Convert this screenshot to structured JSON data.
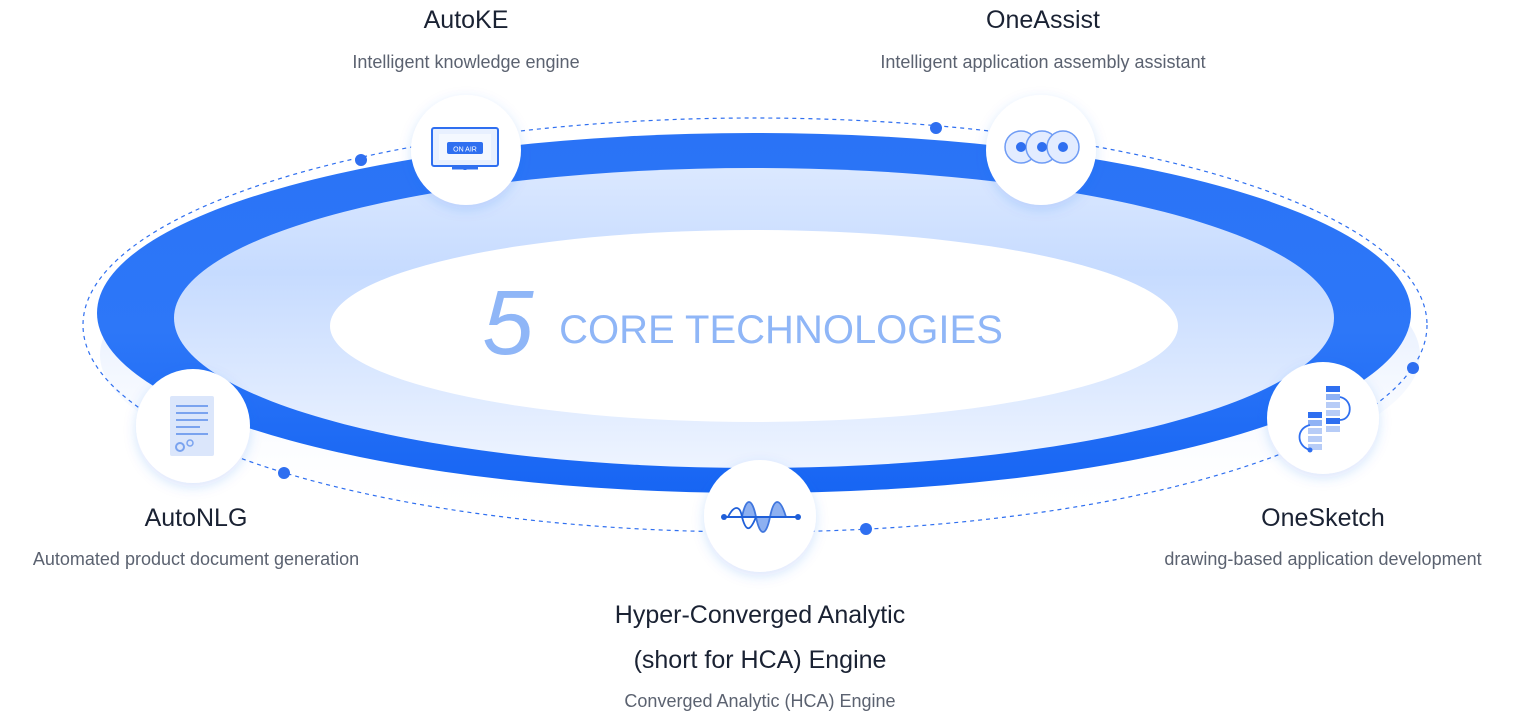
{
  "center": {
    "number": "5",
    "text": "CORE TECHNOLOGIES"
  },
  "nodes": [
    {
      "id": "autoke",
      "title": "AutoKE",
      "subtitle": "Intelligent knowledge engine",
      "icon": "monitor-icon",
      "badge": "ON AIR"
    },
    {
      "id": "oneassist",
      "title": "OneAssist",
      "subtitle": "Intelligent application assembly assistant",
      "icon": "assistant-circles-icon"
    },
    {
      "id": "autonlg",
      "title": "AutoNLG",
      "subtitle": "Automated product document generation",
      "icon": "document-gear-icon"
    },
    {
      "id": "hca",
      "title_line1": "Hyper-Converged Analytic",
      "title_line2": "(short for HCA) Engine",
      "subtitle": "Converged Analytic (HCA) Engine",
      "icon": "waveform-icon"
    },
    {
      "id": "onesketch",
      "title": "OneSketch",
      "subtitle": "drawing-based application development",
      "icon": "sketch-bars-icon"
    }
  ],
  "colors": {
    "ring_outer": "#1f6ef5",
    "ring_inner": "#e8f0ff",
    "center_text": "#8fb6f7",
    "dot": "#2f6ff0",
    "title": "#1a2233",
    "subtitle": "#5b6270"
  }
}
